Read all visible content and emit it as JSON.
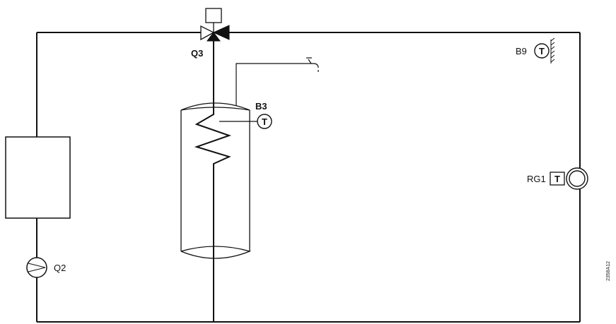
{
  "labels": {
    "valve": "Q3",
    "tank_sensor": "B3",
    "outdoor_sensor": "B9",
    "room_unit": "RG1",
    "pump": "Q2",
    "diagram_code": "2358A12"
  },
  "symbols": {
    "temperature": "T"
  },
  "colors": {
    "line": "#111111",
    "background": "#ffffff"
  }
}
